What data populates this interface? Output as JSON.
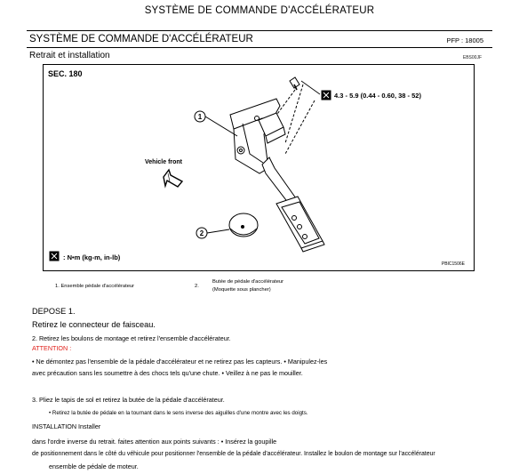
{
  "header": {
    "top_title": "SYSTÈME DE COMMANDE D'ACCÉLÉRATEUR",
    "section_title": "SYSTÈME DE COMMANDE D'ACCÉLÉRATEUR",
    "pfp": "PFP : 18005",
    "subtitle": "Retrait et installation",
    "ref_code": "EBS00JF"
  },
  "figure": {
    "sec_label": "SEC. 180",
    "vehicle_label": "Vehicle front",
    "torque_spec": "4.3 - 5.9 (0.44 - 0.60, 38 - 52)",
    "legend_units": ": N•m (kg-m, in-lb)",
    "callout_1": "1",
    "callout_2": "2",
    "figure_code": "PBIC1506E"
  },
  "captions": {
    "item1": "1. Ensemble pédale d'accélérateur",
    "item2_num": "2.",
    "item2_line1": "Butée de pédale d'accélérateur",
    "item2_line2": "(Moquette sous plancher)"
  },
  "body": {
    "depose": "DEPOSE 1.",
    "step1": "Retirez le connecteur de faisceau.",
    "step2": "2. Retirez les boulons de montage et retirez l'ensemble d'accélérateur.",
    "attention": "ATTENTION :",
    "caution_line1": "• Ne démontez pas l'ensemble de la pédale d'accélérateur et ne retirez pas les capteurs. • Manipulez-les",
    "caution_line2": "avec précaution sans les soumettre à des chocs tels qu'une chute. • Veillez à ne pas le mouiller.",
    "step3": "3. Pliez le tapis de sol et retirez la butée de la pédale d'accélérateur.",
    "step3_note": "• Retirez la butée de pédale en la tournant dans le sens inverse des aiguilles d'une montre avec les doigts.",
    "installation": "INSTALLATION Installer",
    "install_line1": "dans l'ordre inverse du retrait. faites attention aux points suivants : • Insérez la goupille",
    "install_line2": "de positionnement dans le côté du véhicule pour positionner l'ensemble de la pédale d'accélérateur. Installez le boulon de montage sur l'accélérateur",
    "install_line3": "ensemble de pédale de moteur."
  }
}
